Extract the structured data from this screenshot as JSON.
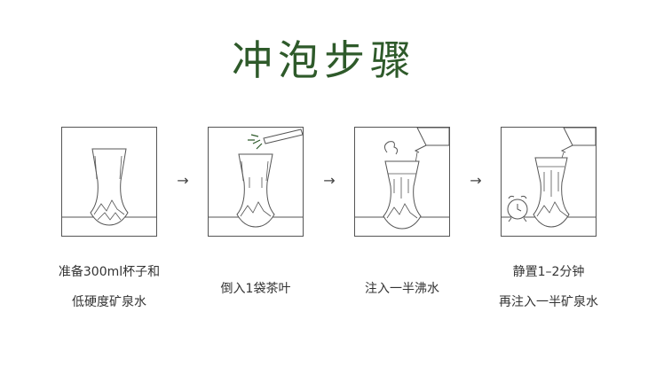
{
  "title": "冲泡步骤",
  "arrow_glyph": "→",
  "steps": [
    {
      "line1": "准备300ml杯子和",
      "line2": "低硬度矿泉水"
    },
    {
      "line1": "倒入1袋茶叶",
      "line2": ""
    },
    {
      "line1": "注入一半沸水",
      "line2": ""
    },
    {
      "line1": "静置1–2分钟",
      "line2": "再注入一半矿泉水"
    }
  ],
  "colors": {
    "title": "#2e5a2a",
    "line": "#555555",
    "text": "#333333"
  },
  "icons": [
    "glass-icon",
    "tea-bag-icon",
    "kettle-icon",
    "steam-icon",
    "alarm-clock-icon"
  ]
}
